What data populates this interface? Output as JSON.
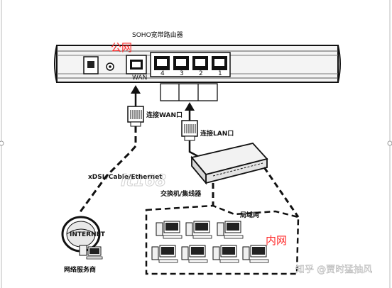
{
  "router_title": "SOHO宽带路由器",
  "annotation_wan": "公网",
  "annotation_lan": "内网",
  "label_wan": "连接WAN口",
  "label_lan": "连接LAN口",
  "label_isp_link": "xDSL/Cable/Ethernet",
  "label_switch": "交换机/集线器",
  "label_lan_zone": "局域网",
  "label_isp": "网络服务商",
  "internet_text": "INTERNET",
  "port_wan": "WAN",
  "port_numbers": [
    "4",
    "3",
    "2",
    "1"
  ],
  "watermark": "知乎 @贾时猛抽风",
  "colors": {
    "annotation": "#ff2a2a",
    "line": "#111111",
    "device_fill": "#eeeeee"
  }
}
